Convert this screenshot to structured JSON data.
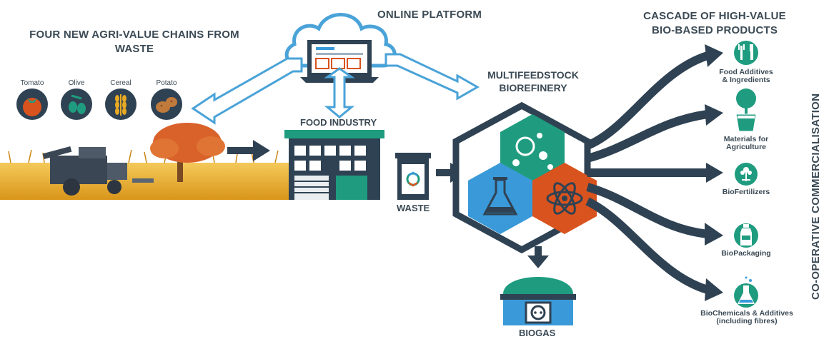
{
  "headings": {
    "online_platform": "ONLINE PLATFORM",
    "four_chains_line1": "FOUR NEW AGRI-VALUE CHAINS FROM",
    "four_chains_line2": "WASTE",
    "cascade_line1": "CASCADE OF HIGH-VALUE",
    "cascade_line2": "BIO-BASED PRODUCTS",
    "biorefinery_line1": "MULTIFEEDSTOCK",
    "biorefinery_line2": "BIOREFINERY",
    "food_industry": "FOOD INDUSTRY",
    "waste": "WASTE",
    "biogas": "BIOGAS",
    "cooperative": "CO-OPERATIVE COMMERCIALISATION"
  },
  "crops": [
    {
      "name": "Tomato",
      "icon": "tomato-icon"
    },
    {
      "name": "Olive",
      "icon": "olive-icon"
    },
    {
      "name": "Cereal",
      "icon": "cereal-icon"
    },
    {
      "name": "Potato",
      "icon": "potato-icon"
    }
  ],
  "products": [
    {
      "line1": "Food Additives",
      "line2": "& Ingredients",
      "icon": "fork-knife-icon"
    },
    {
      "line1": "Materials for",
      "line2": "Agriculture",
      "icon": "tree-pot-icon"
    },
    {
      "line1": "BioFertilizers",
      "line2": "",
      "icon": "flower-icon"
    },
    {
      "line1": "BioPackaging",
      "line2": "",
      "icon": "bottle-icon"
    },
    {
      "line1": "BioChemicals & Additives",
      "line2": "(including fibres)",
      "icon": "flask-icon"
    }
  ],
  "colors": {
    "text": "#3b4a55",
    "dark_navy": "#2f4253",
    "teal": "#1f9c7f",
    "blue": "#3a9ad9",
    "orange": "#d9531e",
    "cloud_blue": "#4aa3d8",
    "field_gold": "#e8a923",
    "tree_orange": "#d9622a"
  }
}
